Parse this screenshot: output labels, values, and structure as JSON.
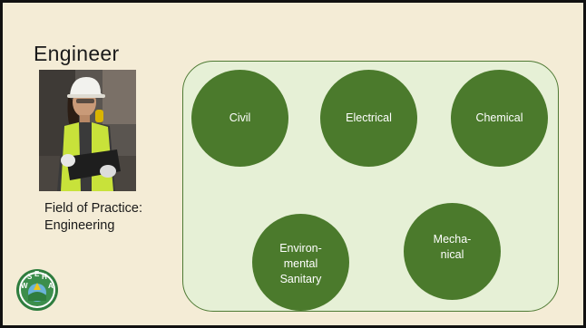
{
  "slide": {
    "title": "Engineer",
    "caption_line1": "Field of Practice:",
    "caption_line2": "Engineering"
  },
  "fields": {
    "civil": "Civil",
    "electrical": "Electrical",
    "chemical": "Chemical",
    "environmental": "Environ-\nmental\nSanitary",
    "mechanical": "Mecha-\nnical"
  },
  "logo": {
    "letters": [
      "W",
      "S",
      "E",
      "H",
      "A"
    ]
  },
  "colors": {
    "background": "#f4ecd6",
    "panel_fill": "#e6f0d6",
    "panel_border": "#4f7a34",
    "circle_fill": "#4b7a2c"
  }
}
